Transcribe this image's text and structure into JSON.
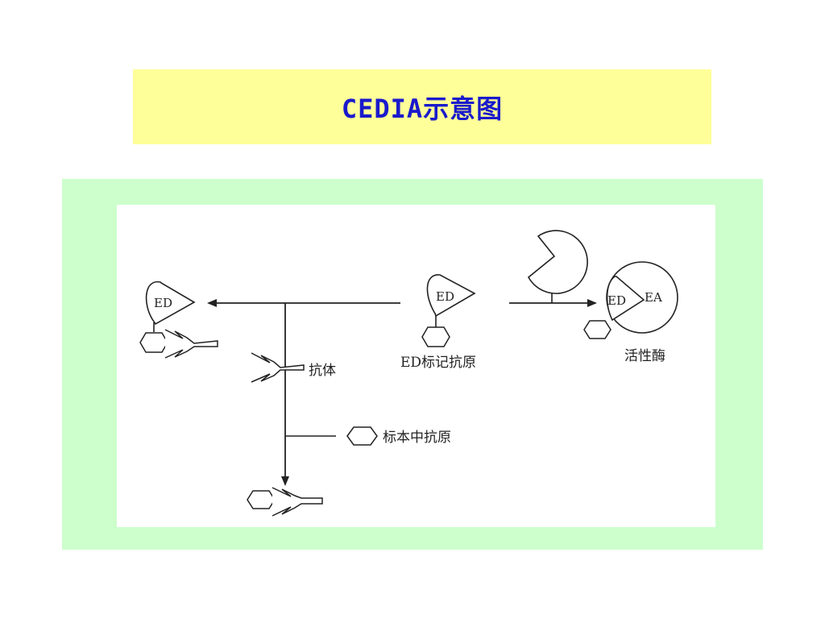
{
  "title": "CEDIA示意图",
  "diagram": {
    "ed_label": "ED",
    "ea_label": "EA",
    "antibody_label": "抗体",
    "ed_labeled_antigen_label": "ED标记抗原",
    "active_enzyme_label": "活性酶",
    "sample_antigen_label": "标本中抗原"
  },
  "colors": {
    "title_bg": "#ffff99",
    "title_text": "#1a1acc",
    "panel_bg": "#ccffcc"
  }
}
